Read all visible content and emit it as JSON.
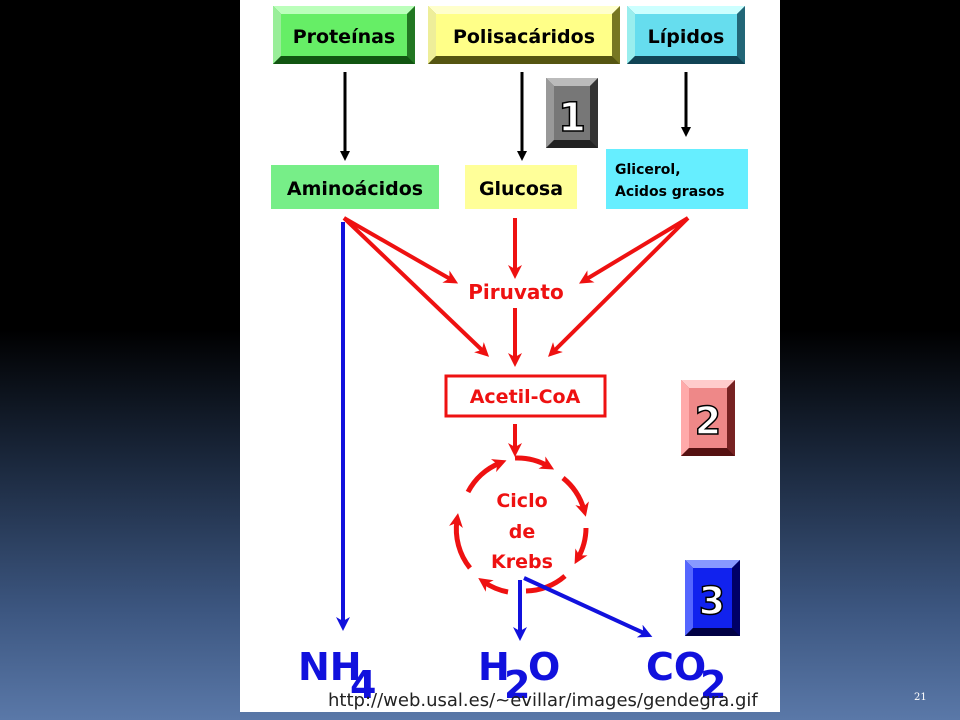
{
  "sources": {
    "proteinas": "Proteínas",
    "polisacaridos": "Polisacáridos",
    "lipidos": "Lípidos"
  },
  "intermediates": {
    "aminoacidos": "Aminoácidos",
    "glucosa": "Glucosa",
    "glicerol_line1": "Glicerol,",
    "glicerol_line2": "Acidos grasos"
  },
  "central": {
    "piruvato": "Piruvato",
    "acetil_coa": "Acetil-CoA",
    "krebs_line1": "Ciclo",
    "krebs_line2": "de",
    "krebs_line3": "Krebs"
  },
  "stages": [
    "1",
    "2",
    "3"
  ],
  "products": {
    "nh4_base": "NH",
    "nh4_sub": "4",
    "h2o_h": "H",
    "h2o_sub": "2",
    "h2o_o": "O",
    "co2_base": "CO",
    "co2_sub": "2"
  },
  "source_url": "http://web.usal.es/~evillar/images/gendegra.gif",
  "page_number": "21",
  "colors": {
    "green_box": "#66ee66",
    "yellow_box": "#ffff88",
    "cyan_box": "#66ddee",
    "light_green": "#77ee88",
    "light_yellow": "#ffff99",
    "light_cyan": "#66eeff",
    "red_path": "#ee1111",
    "blue_path": "#1111dd",
    "stage1": "#777777",
    "stage2": "#ee8888",
    "stage3": "#1122ee"
  }
}
